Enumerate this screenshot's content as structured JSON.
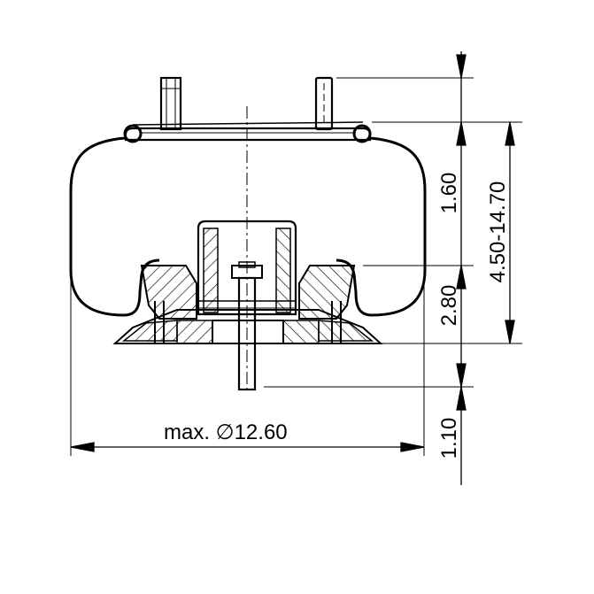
{
  "drawing": {
    "diameter_label": "max. ∅12.60",
    "dim_top": "1.60",
    "dim_total": "4.50-14.70",
    "dim_middle": "2.80",
    "dim_bottom": "1.10"
  }
}
